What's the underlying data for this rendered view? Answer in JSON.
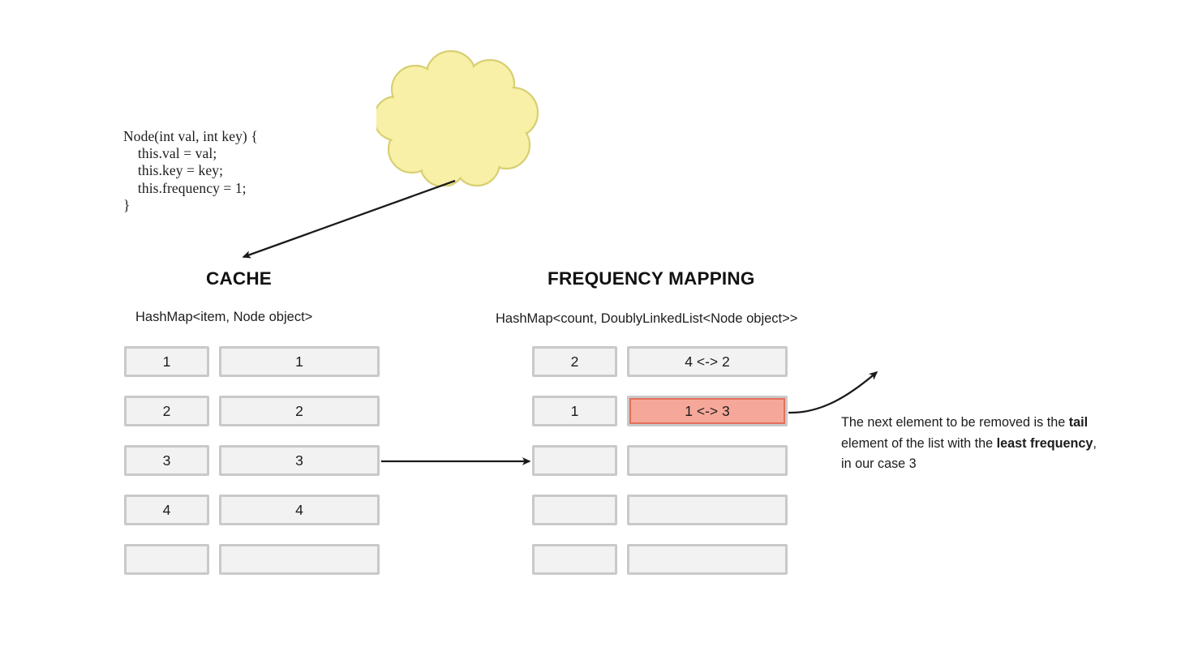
{
  "code_block": {
    "text": "Node(int val, int key) {\n    this.val = val;\n    this.key = key;\n    this.frequency = 1;\n}"
  },
  "cloud": {
    "fill_color": "#f7f0a6",
    "stroke_color": "#d8cf72",
    "label": ""
  },
  "cache": {
    "title": "CACHE",
    "subtitle": "HashMap<item, Node object>",
    "rows": [
      {
        "key": "1",
        "value": "1"
      },
      {
        "key": "2",
        "value": "2"
      },
      {
        "key": "3",
        "value": "3"
      },
      {
        "key": "4",
        "value": "4"
      },
      {
        "key": "",
        "value": ""
      }
    ]
  },
  "frequency_mapping": {
    "title": "FREQUENCY MAPPING",
    "subtitle": "HashMap<count, DoublyLinkedList<Node object>>",
    "rows": [
      {
        "key": "2",
        "value": "4 <-> 2",
        "highlight": false
      },
      {
        "key": "1",
        "value": "1 <-> 3",
        "highlight": true
      },
      {
        "key": "",
        "value": "",
        "highlight": false
      },
      {
        "key": "",
        "value": "",
        "highlight": false
      },
      {
        "key": "",
        "value": "",
        "highlight": false
      }
    ]
  },
  "note": {
    "line1": "The next element to be removed is",
    "line2_pre": "the ",
    "line2_bold": "tail",
    "line2_post": " element of the list with the",
    "line3_bold": "least frequency",
    "line3_post": ", in our case 3"
  },
  "colors": {
    "cell_fill": "#f2f2f2",
    "cell_border": "#c9c9c9",
    "highlight_fill": "#f5a899",
    "highlight_border": "#e2705c",
    "arrow": "#1a1a1a",
    "cloud_fill": "#f7f0a6",
    "cloud_stroke": "#d8cf72",
    "text": "#1b1b1b"
  }
}
